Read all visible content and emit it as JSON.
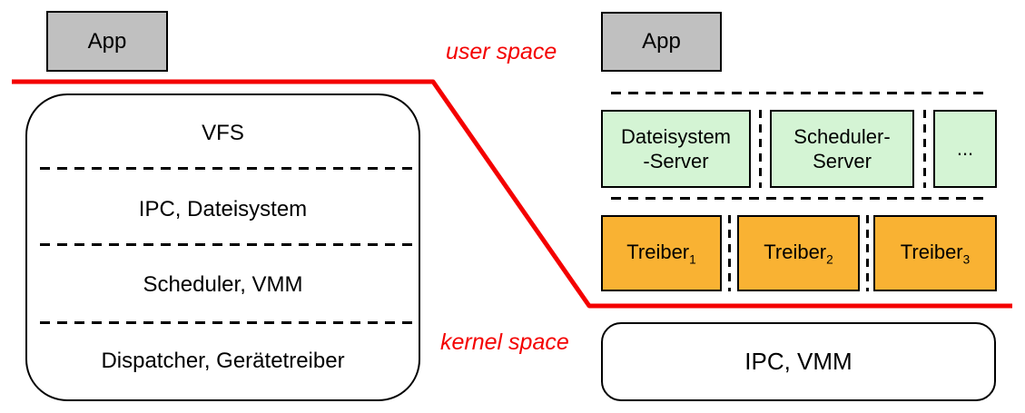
{
  "labels": {
    "user_space": "user space",
    "kernel_space": "kernel space"
  },
  "colors": {
    "red": "#f40000",
    "gray": "#c0c0c0",
    "green": "#d4f4d4",
    "orange": "#f9b233"
  },
  "left_panel": {
    "app_label": "App",
    "layers": [
      "VFS",
      "IPC, Dateisystem",
      "Scheduler, VMM",
      "Dispatcher, Gerätetreiber"
    ]
  },
  "right_panel": {
    "app_label": "App",
    "servers": [
      {
        "label": "Dateisystem\n-Server"
      },
      {
        "label": "Scheduler-\nServer"
      },
      {
        "label": "..."
      }
    ],
    "treiber": [
      {
        "label": "Treiber",
        "sub": "1"
      },
      {
        "label": "Treiber",
        "sub": "2"
      },
      {
        "label": "Treiber",
        "sub": "3"
      }
    ],
    "kernel_box_label": "IPC, VMM"
  }
}
